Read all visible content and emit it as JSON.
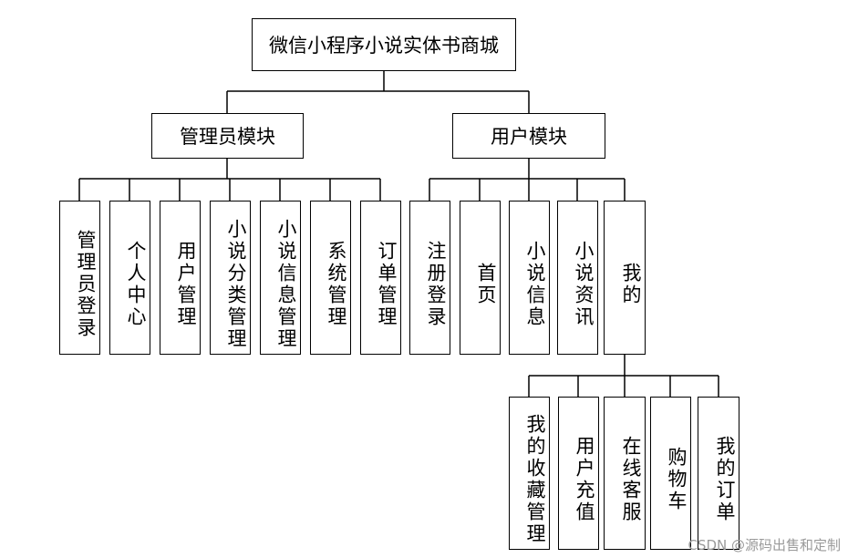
{
  "diagram": {
    "root": "微信小程序小说实体书商城",
    "branches": [
      {
        "label": "管理员模块",
        "children": [
          "管理员登录",
          "个人中心",
          "用户管理",
          "小说分类管理",
          "小说信息管理",
          "系统管理",
          "订单管理"
        ]
      },
      {
        "label": "用户模块",
        "children": [
          "注册登录",
          "首页",
          "小说信息",
          "小说资讯",
          "我的"
        ]
      }
    ],
    "sub_branch": {
      "parent": "我的",
      "children": [
        "我的收藏管理",
        "用户充值",
        "在线客服",
        "购物车",
        "我的订单"
      ]
    }
  },
  "watermark": "CSDN @源码出售和定制"
}
